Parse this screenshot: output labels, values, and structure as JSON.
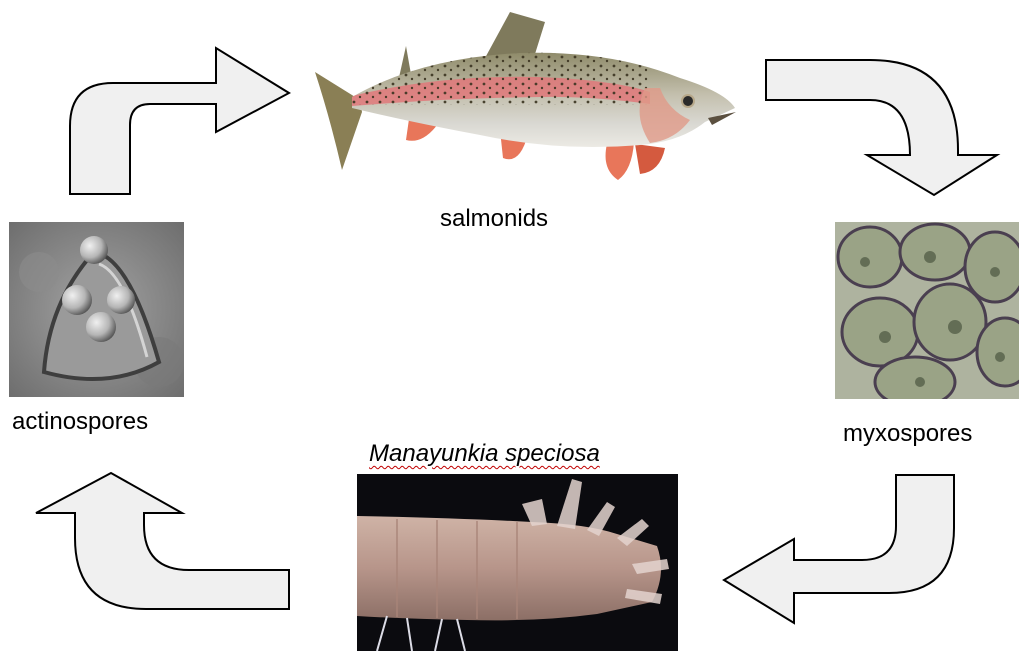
{
  "diagram": {
    "nodes": [
      {
        "id": "salmonids",
        "label": "salmonids",
        "image": "rainbow trout photo"
      },
      {
        "id": "myxospores",
        "label": "myxospores",
        "image": "myxospore micrograph"
      },
      {
        "id": "worm",
        "label": "Manayunkia speciosa",
        "image": "polychaete worm micrograph"
      },
      {
        "id": "actinospores",
        "label": "actinospores",
        "image": "actinospore micrograph"
      }
    ],
    "edges": [
      {
        "from": "salmonids",
        "to": "myxospores"
      },
      {
        "from": "myxospores",
        "to": "worm"
      },
      {
        "from": "worm",
        "to": "actinospores"
      },
      {
        "from": "actinospores",
        "to": "salmonids"
      }
    ]
  },
  "colors": {
    "arrow_fill": "#f0f0f0",
    "arrow_stroke": "#000000",
    "trout_body": "#b9b6a4",
    "trout_stripe": "#e0787a",
    "trout_fin": "#e8765a"
  },
  "icons": {
    "arrow": "curved-block-arrow"
  }
}
